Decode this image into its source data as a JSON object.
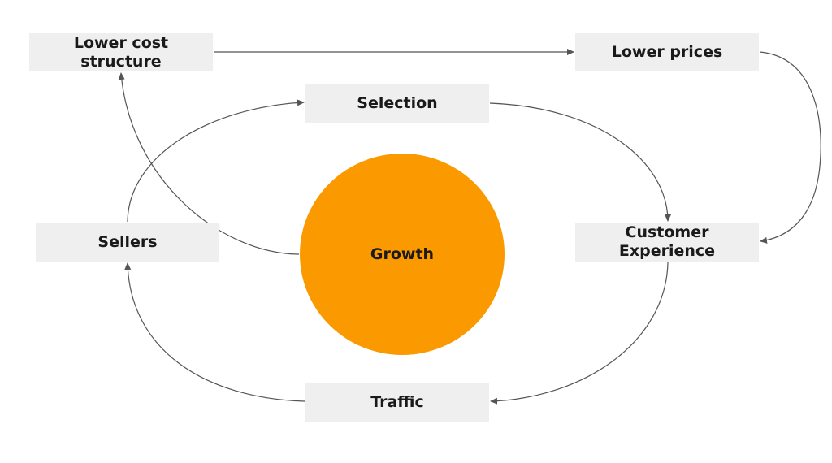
{
  "diagram": {
    "nodes": {
      "lower_cost_structure": "Lower cost\nstructure",
      "lower_prices": "Lower prices",
      "selection": "Selection",
      "sellers": "Sellers",
      "customer_experience": "Customer\nExperience",
      "traffic": "Traffic"
    },
    "center": {
      "label": "Growth"
    },
    "edges": [
      {
        "from": "Selection",
        "to": "Customer Experience"
      },
      {
        "from": "Customer Experience",
        "to": "Traffic"
      },
      {
        "from": "Traffic",
        "to": "Sellers"
      },
      {
        "from": "Sellers",
        "to": "Selection"
      },
      {
        "from": "Growth",
        "to": "Lower cost structure"
      },
      {
        "from": "Lower cost structure",
        "to": "Lower prices"
      },
      {
        "from": "Lower prices",
        "to": "Customer Experience"
      }
    ]
  },
  "colors": {
    "circle_fill": "#fb9a00",
    "box_fill": "#efefef",
    "arrow_stroke": "#555555"
  }
}
